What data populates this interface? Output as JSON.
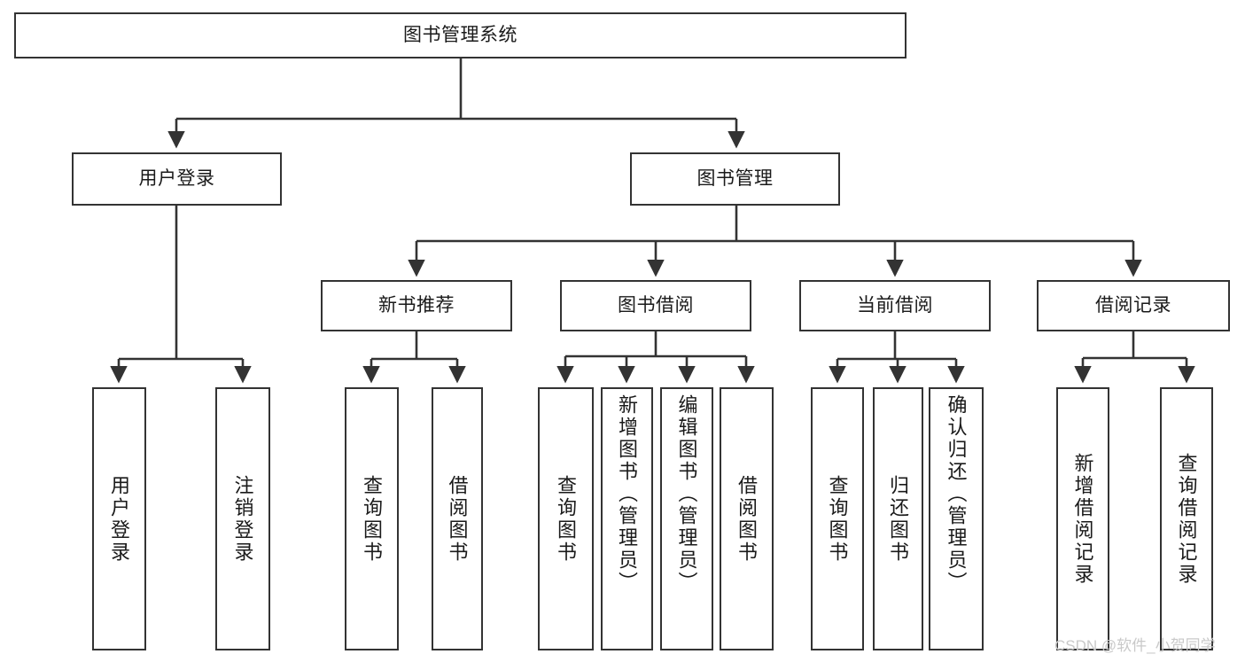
{
  "diagram": {
    "title_node": {
      "label": "图书管理系统"
    },
    "level2": [
      {
        "id": "user-login",
        "label": "用户登录"
      },
      {
        "id": "book-management",
        "label": "图书管理"
      }
    ],
    "level3": [
      {
        "id": "new-book-recommend",
        "label": "新书推荐"
      },
      {
        "id": "book-borrow",
        "label": "图书借阅"
      },
      {
        "id": "current-borrow",
        "label": "当前借阅"
      },
      {
        "id": "borrow-record",
        "label": "借阅记录"
      }
    ],
    "leaves": {
      "user_login": [
        {
          "id": "leaf-user-login",
          "label": "用户登录"
        },
        {
          "id": "leaf-logout-login",
          "label": "注销登录"
        }
      ],
      "new_book_recommend": [
        {
          "id": "leaf-query-book-1",
          "label": "查询图书"
        },
        {
          "id": "leaf-borrow-book-1",
          "label": "借阅图书"
        }
      ],
      "book_borrow": [
        {
          "id": "leaf-query-book-2",
          "label": "查询图书"
        },
        {
          "id": "leaf-add-book",
          "label": "新增图书（管理员）"
        },
        {
          "id": "leaf-edit-book",
          "label": "编辑图书（管理员）"
        },
        {
          "id": "leaf-borrow-book-2",
          "label": "借阅图书"
        }
      ],
      "current_borrow": [
        {
          "id": "leaf-query-book-3",
          "label": "查询图书"
        },
        {
          "id": "leaf-return-book",
          "label": "归还图书"
        },
        {
          "id": "leaf-confirm-return",
          "label": "确认归还（管理员）"
        }
      ],
      "borrow_record": [
        {
          "id": "leaf-add-borrow-record",
          "label": "新增借阅记录"
        },
        {
          "id": "leaf-query-borrow-record",
          "label": "查询借阅记录"
        }
      ]
    }
  },
  "watermark": {
    "text": "CSDN @软件_小贺同学"
  },
  "colors": {
    "border": "#333333",
    "text": "#1a1a1a",
    "background": "#ffffff",
    "watermark": "#c9c9c9"
  }
}
